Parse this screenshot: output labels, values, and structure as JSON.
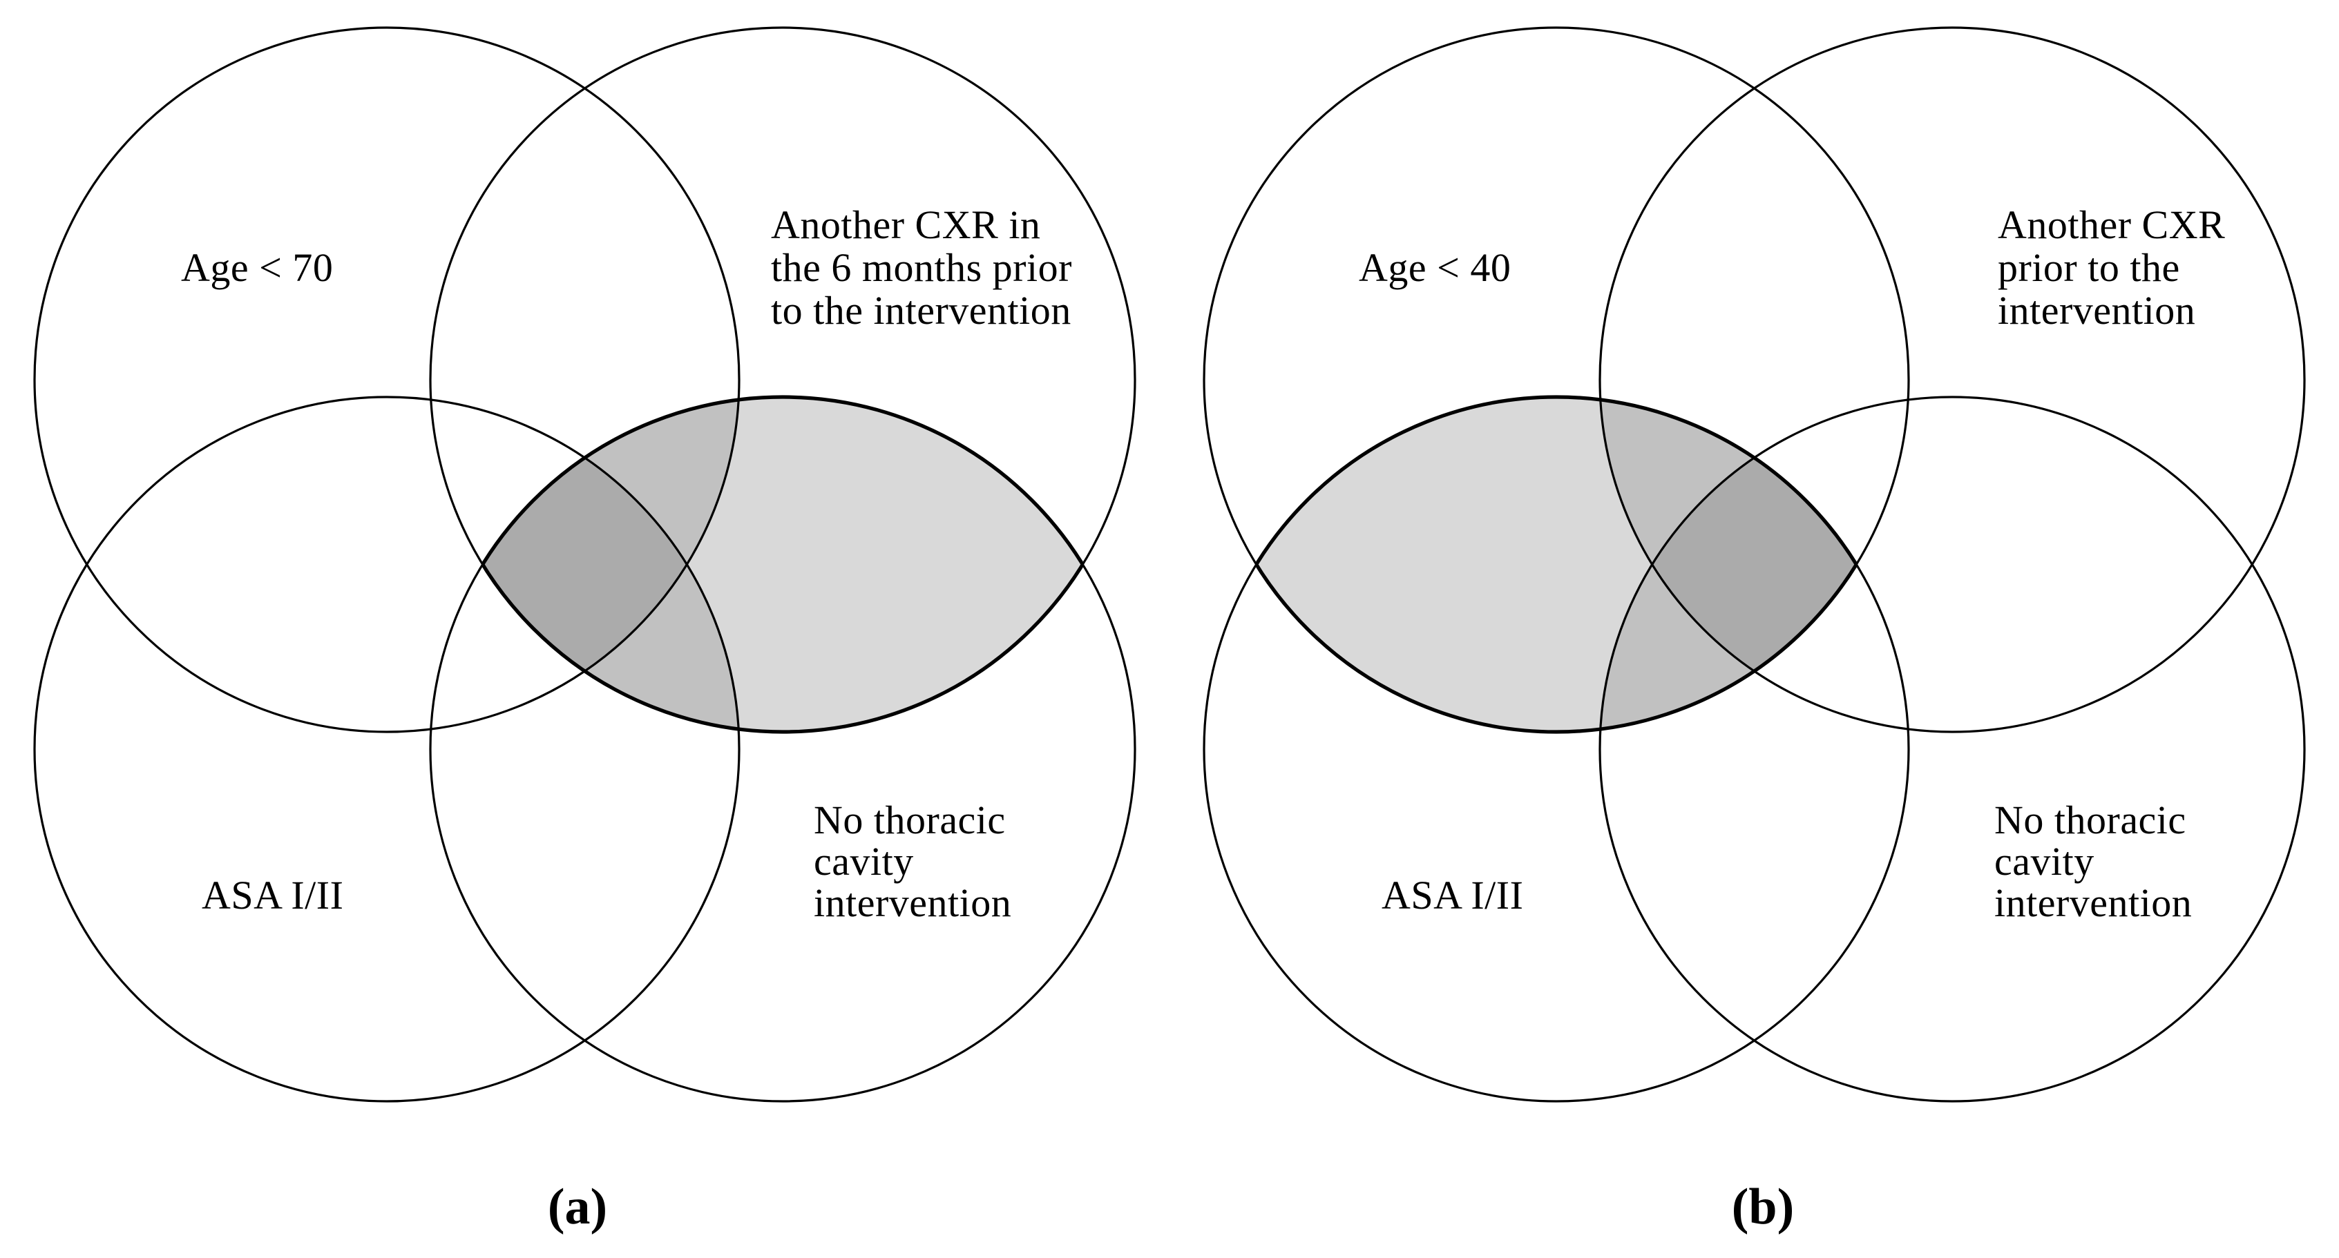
{
  "figure": {
    "background": "#FFFFFF",
    "colors": {
      "stroke": "#000000",
      "shade_light": "#D9D9D9",
      "shade_medium": "#C1C1C1",
      "shade_dark": "#ACACAC",
      "shade_overlay": "rgba(0,0,0,0.11)"
    },
    "panels": [
      {
        "caption": "(a)",
        "labels": {
          "age": "Age < 70",
          "cxr_lines": [
            "Another CXR in",
            "the 6 months prior",
            "to the intervention"
          ],
          "asa": "ASA I/II",
          "thoracic_lines": [
            "No thoracic",
            "cavity",
            "intervention"
          ]
        },
        "shaded_region": "Another CXR in the 6 months prior to the intervention AND No thoracic cavity intervention"
      },
      {
        "caption": "(b)",
        "labels": {
          "age": "Age < 40",
          "cxr_lines": [
            "Another CXR",
            "prior to the",
            "intervention"
          ],
          "asa": "ASA I/II",
          "thoracic_lines": [
            "No thoracic",
            "cavity",
            "intervention"
          ]
        },
        "shaded_region": "Age < 40 AND ASA I/II"
      }
    ]
  }
}
